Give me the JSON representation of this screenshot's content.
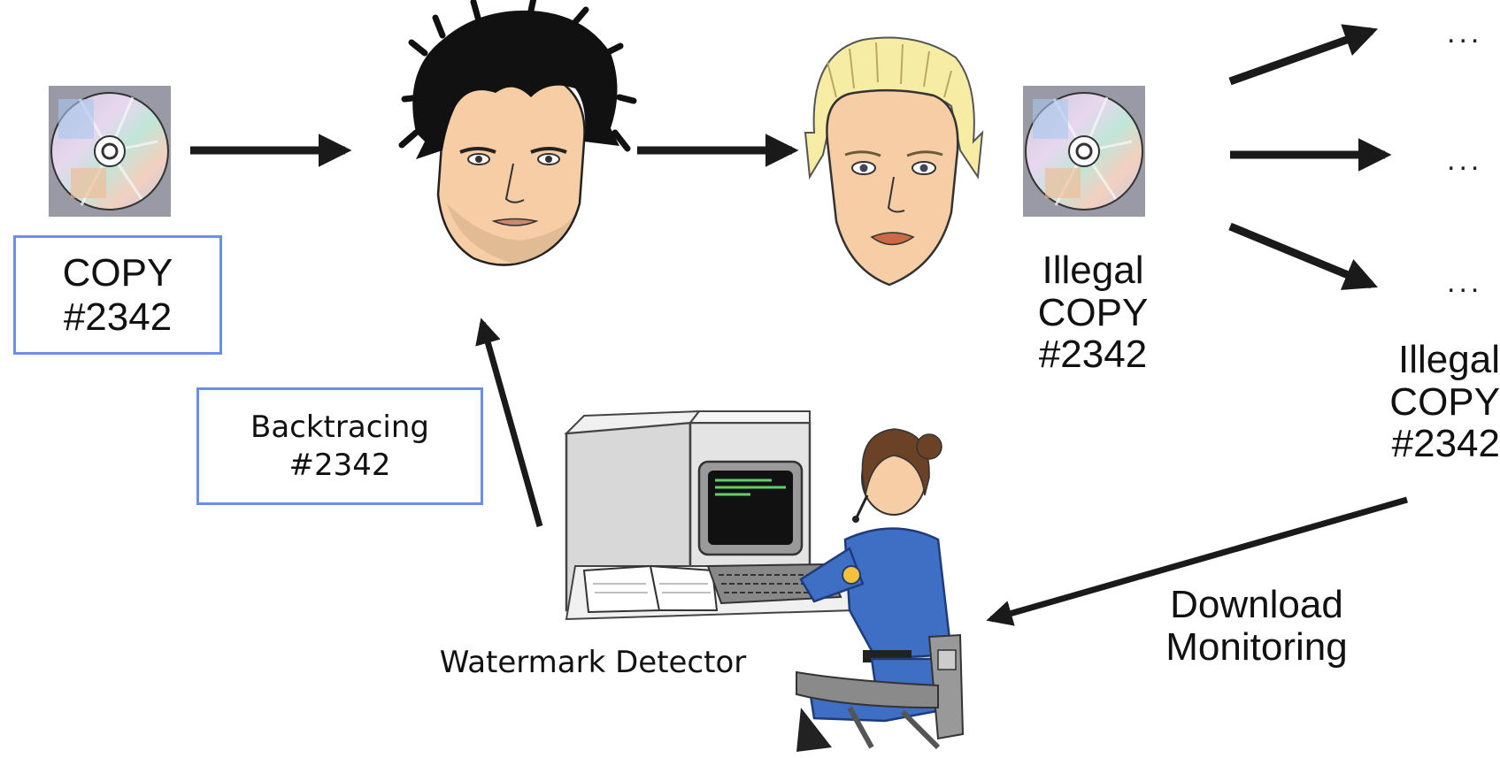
{
  "labels": {
    "original_copy_line1": "COPY",
    "original_copy_line2": "#2342",
    "backtracing_line1": "Backtracing",
    "backtracing_line2": "#2342",
    "illegal_center_line1": "Illegal",
    "illegal_center_line2": "COPY",
    "illegal_center_line3": "#2342",
    "illegal_right_line1": "Illegal",
    "illegal_right_line2": "COPY",
    "illegal_right_line3": "#2342",
    "download_line1": "Download",
    "download_line2": "Monitoring",
    "detector": "Watermark Detector",
    "ellipsis_top": "...",
    "ellipsis_middle": "...",
    "ellipsis_bottom": "..."
  },
  "icons": {
    "disc": "cd-disc-icon",
    "pirate": "male-face-icon",
    "recipient": "female-face-icon",
    "operator": "detector-operator-icon"
  },
  "colors": {
    "box_border": "#6b8fe8",
    "arrow": "#1a1a1a",
    "skin": "#f6cda5",
    "hair_dark": "#111111",
    "hair_blonde": "#f6eca4",
    "uniform": "#3f6fc4",
    "terminal": "#d8d8d8"
  }
}
